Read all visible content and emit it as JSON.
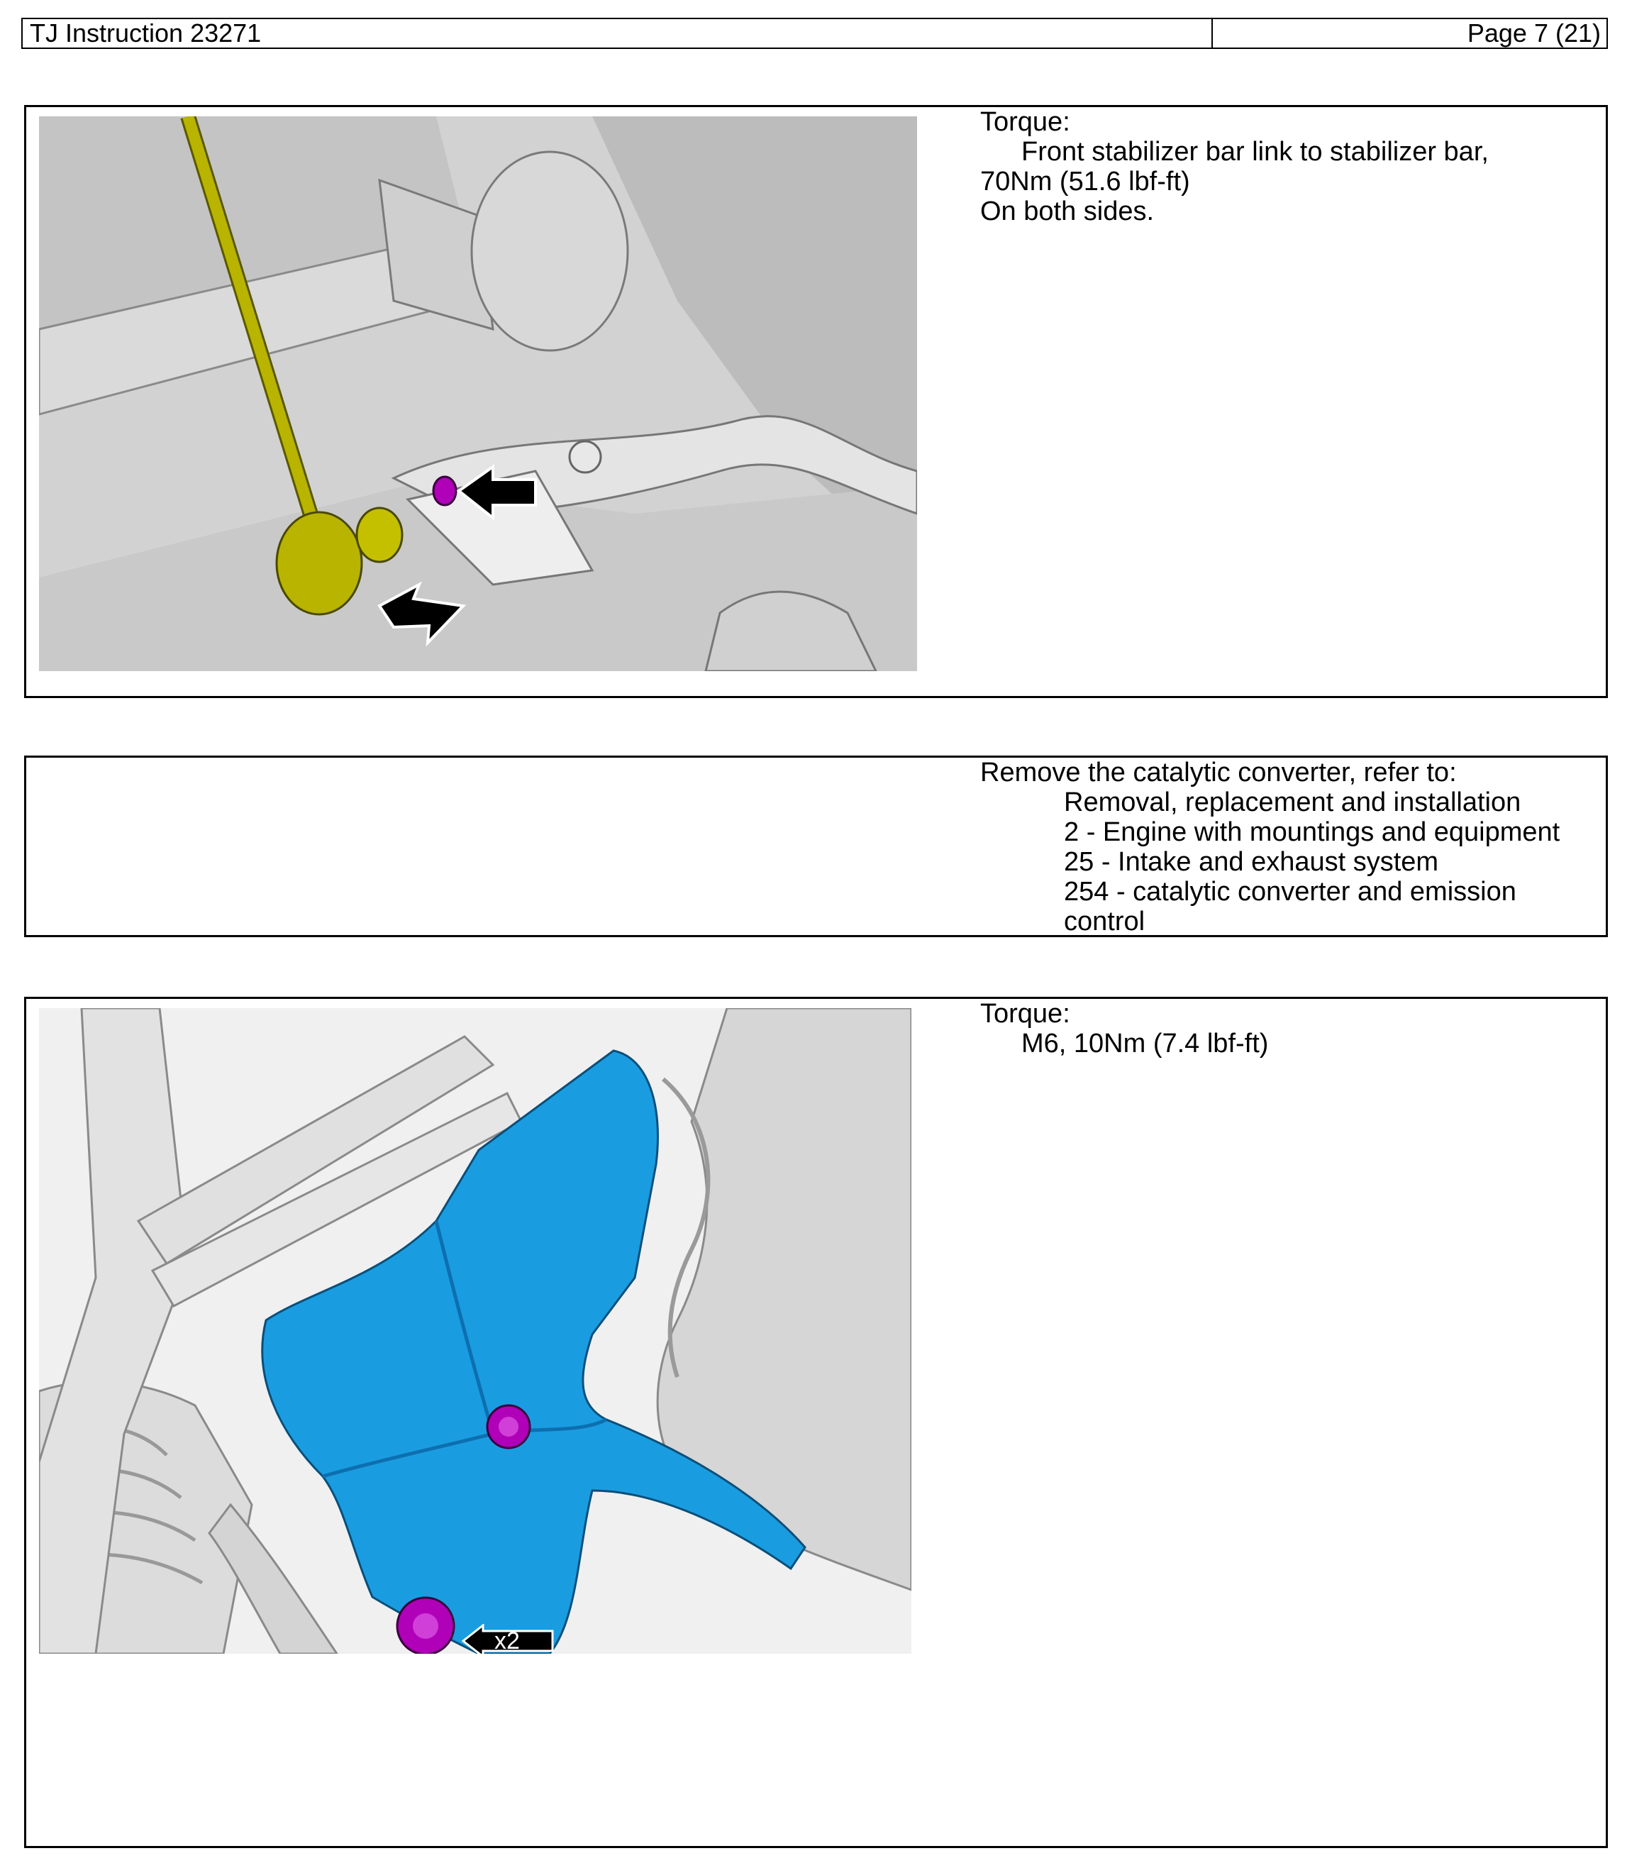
{
  "header": {
    "title": "TJ Instruction 23271",
    "page": "Page 7 (21)"
  },
  "step1": {
    "heading": "Torque:",
    "line1": "Front stabilizer bar link to stabilizer bar,",
    "line2": "70Nm (51.6 lbf-ft)",
    "line3": "On both sides."
  },
  "step2": {
    "line1": "Remove the catalytic converter, refer to:",
    "line2": "Removal, replacement and installation",
    "line3": "2 - Engine with mountings and equipment",
    "line4": "25 - Intake and exhaust system",
    "line5": "254 - catalytic converter and emission",
    "line6": "control"
  },
  "step3": {
    "heading": "Torque:",
    "line1": "M6, 10Nm (7.4 lbf-ft)",
    "callout": "x2"
  },
  "colors": {
    "link": "#b8b400",
    "bolt": "#b000b8",
    "shield": "#1a9de0",
    "metal": "#c8c8c8"
  }
}
